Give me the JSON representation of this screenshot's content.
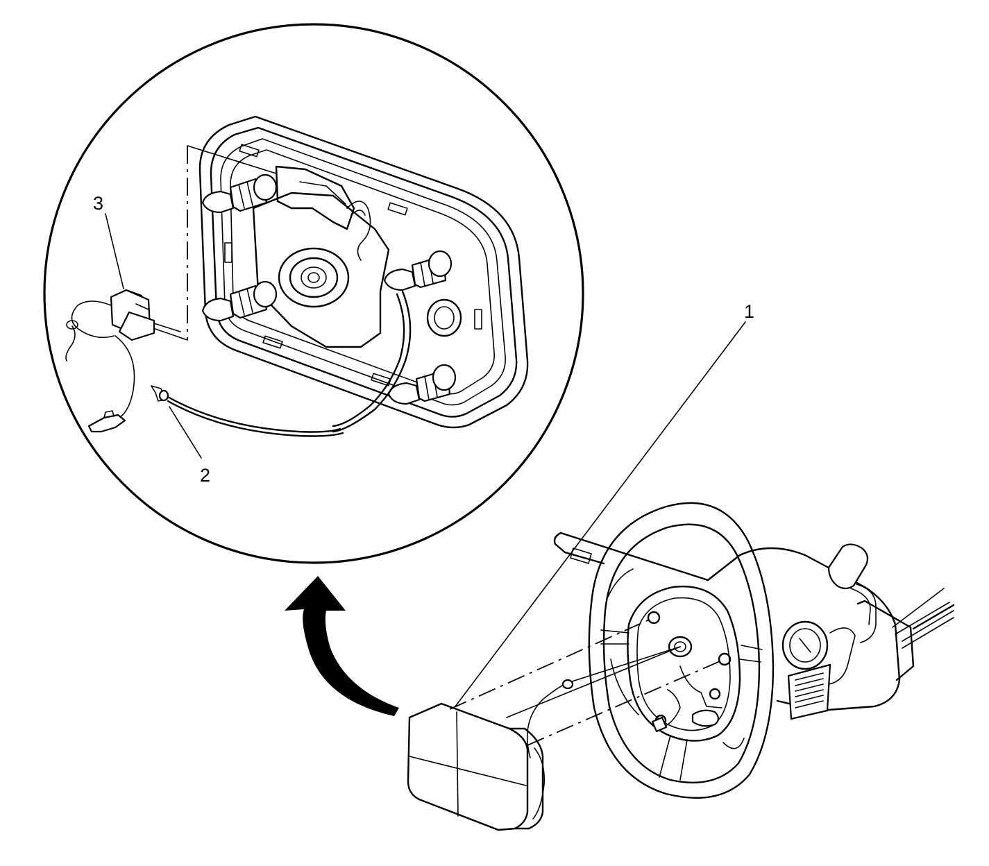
{
  "diagram": {
    "callouts": [
      {
        "id": "1",
        "text": "1"
      },
      {
        "id": "2",
        "text": "2"
      },
      {
        "id": "3",
        "text": "3"
      }
    ],
    "colors": {
      "line": "#000000",
      "background": "#ffffff"
    }
  }
}
